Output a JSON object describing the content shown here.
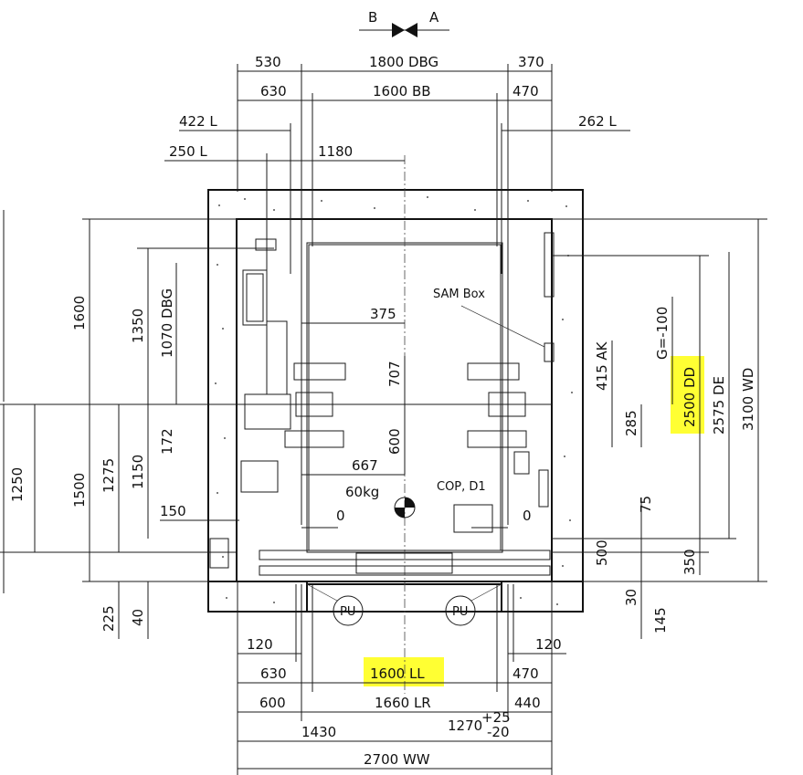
{
  "colors": {
    "highlight": "#ffff33",
    "line": "#1a1a1a",
    "background": "#ffffff"
  },
  "orientation": {
    "left_label": "B",
    "right_label": "A"
  },
  "top_dims": {
    "d530": "530",
    "dbg": "1800 DBG",
    "d370": "370",
    "d630": "630",
    "bb": "1600 BB",
    "d470": "470",
    "l422": "422 L",
    "l262": "262 L",
    "l250": "250 L",
    "d1180": "1180"
  },
  "left_dims": {
    "d1600": "1600",
    "d1350": "1350",
    "d1070": "1070 DBG",
    "d172": "172",
    "d1500": "1500",
    "d1275": "1275",
    "d1150": "1150",
    "d1250": "1250",
    "d150": "150",
    "d225": "225",
    "d40": "40"
  },
  "right_dims": {
    "g": "G=-100",
    "ak": "415 AK",
    "dd": "2500 DD",
    "de": "2575 DE",
    "wd": "3100 WD",
    "d285": "285",
    "d75": "75",
    "d500": "500",
    "d350": "350",
    "d30": "30",
    "d145": "145"
  },
  "inner_labels": {
    "sam_box": "SAM Box",
    "d375": "375",
    "d707": "707",
    "d600": "600",
    "d667": "667",
    "kg": "60kg",
    "cop": "COP, D1",
    "zero_left": "0",
    "zero_right": "0",
    "pu_left": "PU",
    "pu_right": "PU"
  },
  "bottom_dims": {
    "d120_left": "120",
    "d120_right": "120",
    "d630": "630",
    "ll": "1600 LL",
    "d470": "470",
    "d600": "600",
    "lr": "1660 LR",
    "d440": "440",
    "d1430": "1430",
    "d1270": "1270",
    "tol_plus": "+25",
    "tol_minus": "-20",
    "ww": "2700 WW"
  }
}
